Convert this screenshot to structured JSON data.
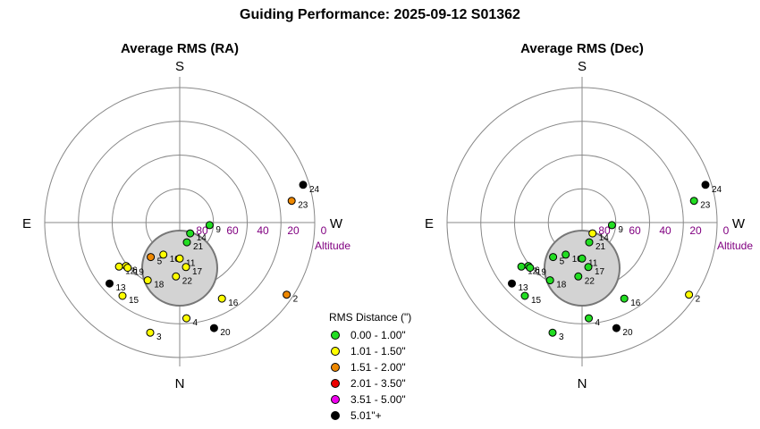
{
  "title": "Guiding Performance: 2025-09-12 S01362",
  "chart_data": [
    {
      "type": "scatter",
      "projection": "polar-sky",
      "title": "Average RMS (RA)",
      "directions": {
        "top": "S",
        "bottom": "N",
        "left": "E",
        "right": "W"
      },
      "altitude_ticks": [
        "80",
        "60",
        "40",
        "20",
        "0"
      ],
      "altitude_label": "Altitude",
      "points": [
        {
          "label": "2",
          "az": 236,
          "alt": 4,
          "cat": 2
        },
        {
          "label": "3",
          "az": 165,
          "alt": 14,
          "cat": 1
        },
        {
          "label": "4",
          "az": 184,
          "alt": 26,
          "cat": 1
        },
        {
          "label": "5",
          "az": 140,
          "alt": 60,
          "cat": 2
        },
        {
          "label": "6",
          "az": 129,
          "alt": 44,
          "cat": 1
        },
        {
          "label": "9",
          "az": 265,
          "alt": 70,
          "cat": 0
        },
        {
          "label": "10",
          "az": 153,
          "alt": 66,
          "cat": 1
        },
        {
          "label": "11",
          "az": 180,
          "alt": 66,
          "cat": 1
        },
        {
          "label": "12",
          "az": 126,
          "alt": 40,
          "cat": 1
        },
        {
          "label": "13",
          "az": 131,
          "alt": 28,
          "cat": 5
        },
        {
          "label": "14",
          "az": 224,
          "alt": 80,
          "cat": 0
        },
        {
          "label": "15",
          "az": 142,
          "alt": 28,
          "cat": 1
        },
        {
          "label": "16",
          "az": 209,
          "alt": 32,
          "cat": 1
        },
        {
          "label": "17",
          "az": 188,
          "alt": 60,
          "cat": 1
        },
        {
          "label": "18",
          "az": 151,
          "alt": 46,
          "cat": 1
        },
        {
          "label": "19",
          "az": 131,
          "alt": 44,
          "cat": 1
        },
        {
          "label": "20",
          "az": 198,
          "alt": 16,
          "cat": 5
        },
        {
          "label": "21",
          "az": 200,
          "alt": 76,
          "cat": 0
        },
        {
          "label": "22",
          "az": 176,
          "alt": 54,
          "cat": 1
        },
        {
          "label": "23",
          "az": 281,
          "alt": 14,
          "cat": 2
        },
        {
          "label": "24",
          "az": 287,
          "alt": 4,
          "cat": 5
        }
      ]
    },
    {
      "type": "scatter",
      "projection": "polar-sky",
      "title": "Average RMS (Dec)",
      "directions": {
        "top": "S",
        "bottom": "N",
        "left": "E",
        "right": "W"
      },
      "altitude_ticks": [
        "80",
        "60",
        "40",
        "20",
        "0"
      ],
      "altitude_label": "Altitude",
      "points": [
        {
          "label": "2",
          "az": 236,
          "alt": 4,
          "cat": 1
        },
        {
          "label": "3",
          "az": 165,
          "alt": 14,
          "cat": 0
        },
        {
          "label": "4",
          "az": 184,
          "alt": 26,
          "cat": 0
        },
        {
          "label": "5",
          "az": 140,
          "alt": 60,
          "cat": 0
        },
        {
          "label": "6",
          "az": 129,
          "alt": 44,
          "cat": 0
        },
        {
          "label": "9",
          "az": 265,
          "alt": 70,
          "cat": 0
        },
        {
          "label": "10",
          "az": 153,
          "alt": 66,
          "cat": 0
        },
        {
          "label": "11",
          "az": 180,
          "alt": 66,
          "cat": 0
        },
        {
          "label": "12",
          "az": 126,
          "alt": 40,
          "cat": 0
        },
        {
          "label": "13",
          "az": 131,
          "alt": 28,
          "cat": 5
        },
        {
          "label": "14",
          "az": 224,
          "alt": 80,
          "cat": 1
        },
        {
          "label": "15",
          "az": 142,
          "alt": 28,
          "cat": 0
        },
        {
          "label": "16",
          "az": 209,
          "alt": 32,
          "cat": 0
        },
        {
          "label": "17",
          "az": 188,
          "alt": 60,
          "cat": 0
        },
        {
          "label": "18",
          "az": 151,
          "alt": 46,
          "cat": 0
        },
        {
          "label": "19",
          "az": 131,
          "alt": 44,
          "cat": 0
        },
        {
          "label": "20",
          "az": 198,
          "alt": 16,
          "cat": 5
        },
        {
          "label": "21",
          "az": 200,
          "alt": 76,
          "cat": 0
        },
        {
          "label": "22",
          "az": 176,
          "alt": 54,
          "cat": 0
        },
        {
          "label": "23",
          "az": 281,
          "alt": 14,
          "cat": 0
        },
        {
          "label": "24",
          "az": 287,
          "alt": 4,
          "cat": 5
        }
      ]
    }
  ],
  "legend": {
    "title": "RMS Distance (\")",
    "items": [
      {
        "label": "0.00 - 1.00\"",
        "color": "#22dd22"
      },
      {
        "label": "1.01 - 1.50\"",
        "color": "#ffff00"
      },
      {
        "label": "1.51 - 2.00\"",
        "color": "#ee8800"
      },
      {
        "label": "2.01 - 3.50\"",
        "color": "#ee0000"
      },
      {
        "label": "3.51 - 5.00\"",
        "color": "#ee00ee"
      },
      {
        "label": "5.01\"+",
        "color": "#000000"
      }
    ]
  },
  "obstruction": {
    "color": "#d3d3d3"
  },
  "tick_color": "#800080"
}
